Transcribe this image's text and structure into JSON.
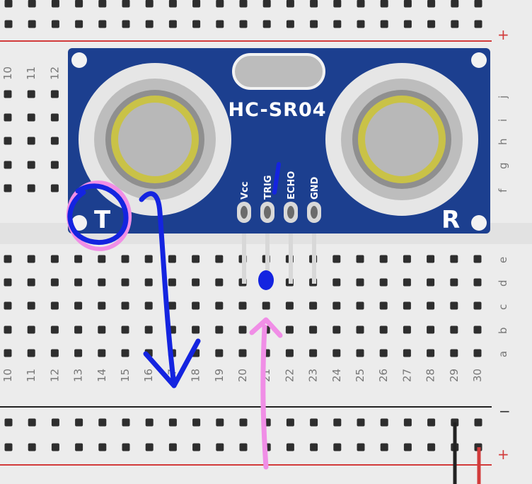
{
  "module": {
    "name": "HC-SR04",
    "pins": [
      "Vcc",
      "TRIG",
      "ECHO",
      "GND"
    ],
    "left_transducer": "T",
    "right_transducer": "R"
  },
  "breadboard": {
    "row_labels": [
      "j",
      "i",
      "h",
      "g",
      "f",
      "e",
      "d",
      "c",
      "b",
      "a"
    ],
    "column_labels": [
      "10",
      "11",
      "12",
      "13",
      "14",
      "15",
      "16",
      "17",
      "18",
      "19",
      "20",
      "21",
      "22",
      "23",
      "24",
      "25",
      "26",
      "27",
      "28",
      "29",
      "30"
    ],
    "rail_plus": "+",
    "rail_minus": "−"
  },
  "colors": {
    "board": "#ececec",
    "hole": "#2e2e2e",
    "rail_red": "#d23b3b",
    "rail_black": "#222222",
    "pcb": "#1c3f8f",
    "annotation_blue": "#1424e0",
    "annotation_pink": "#f08ee6"
  }
}
